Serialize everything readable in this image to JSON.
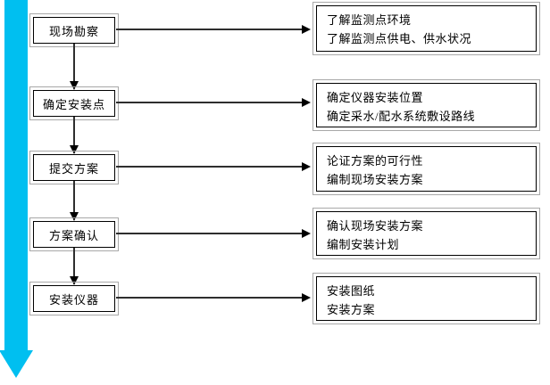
{
  "flow": {
    "steps": [
      {
        "label": "现场勘察",
        "details": [
          "了解监测点环境",
          "了解监测点供电、供水状况"
        ]
      },
      {
        "label": "确定安装点",
        "details": [
          "确定仪器安装位置",
          "确定采水/配水系统敷设路线"
        ]
      },
      {
        "label": "提交方案",
        "details": [
          "论证方案的可行性",
          "编制现场安装方案"
        ]
      },
      {
        "label": "方案确认",
        "details": [
          "确认现场安装方案",
          "编制安装计划"
        ]
      },
      {
        "label": "安装仪器",
        "details": [
          "安装图纸",
          "安装方案"
        ]
      }
    ],
    "colors": {
      "timeline_arrow": "#00bff0",
      "connector": "#2e2e2e",
      "box_border": "#000000",
      "box_outer_outline": "#a8a8a8",
      "background": "#ffffff",
      "text": "#000000"
    }
  }
}
